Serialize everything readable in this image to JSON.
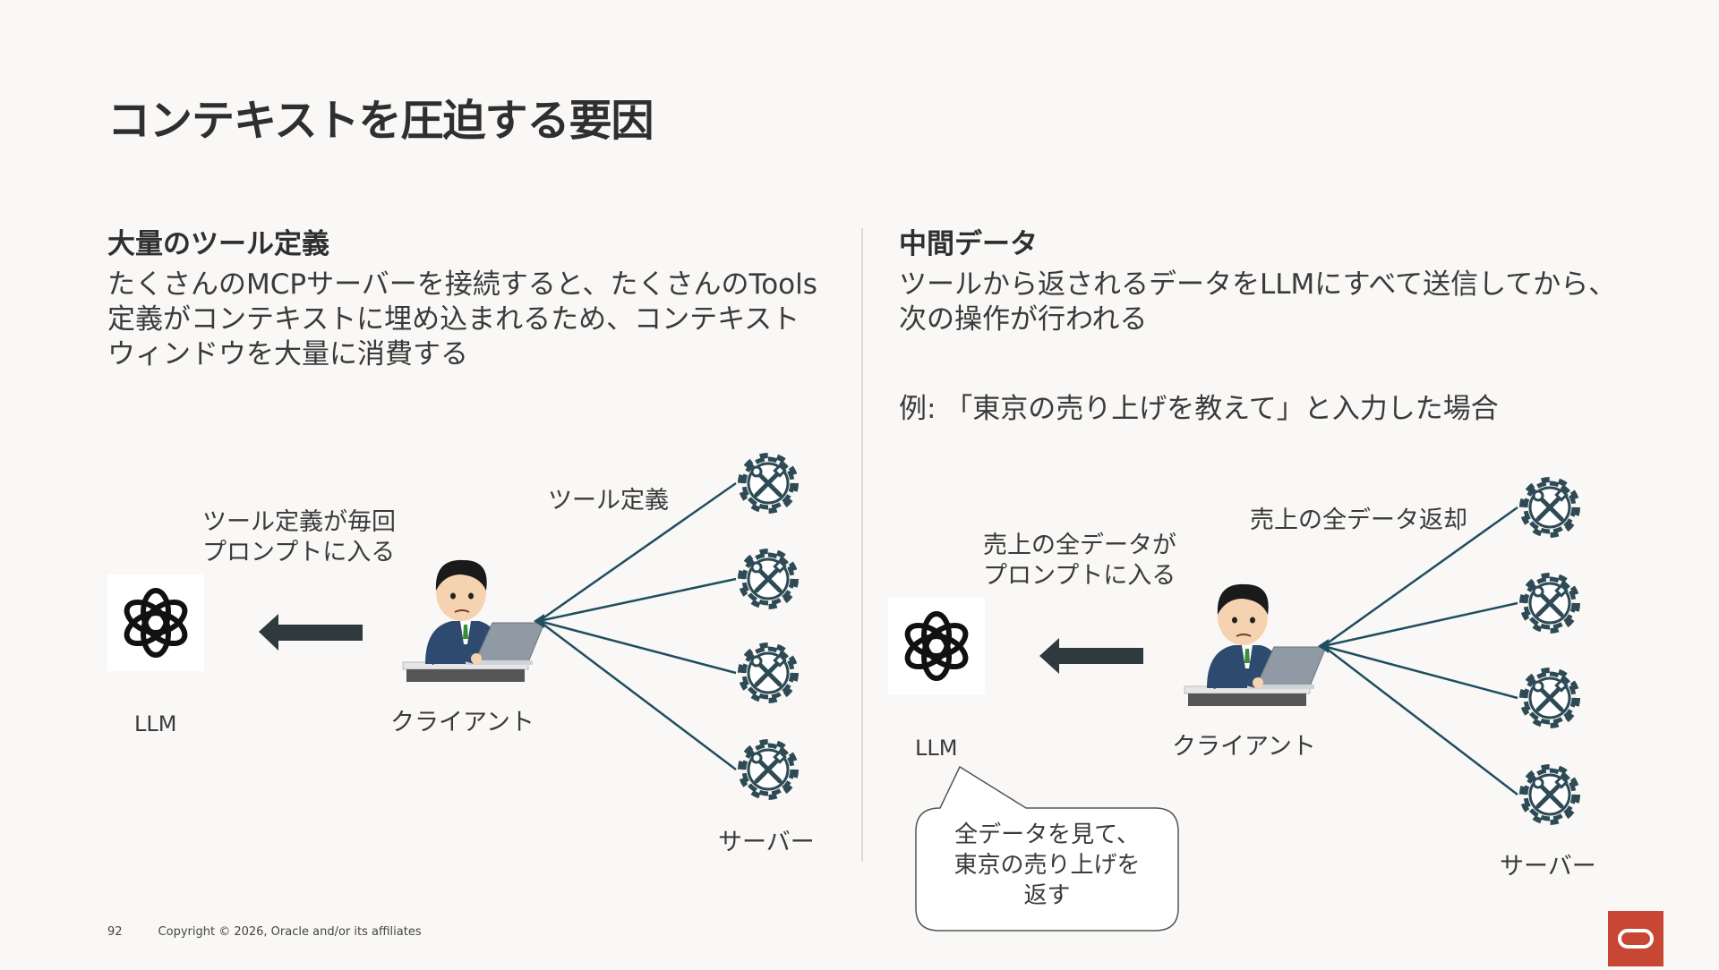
{
  "slide": {
    "title": "コンテキストを圧迫する要因",
    "left": {
      "heading": "大量のツール定義",
      "body_lines": [
        "たくさんのMCPサーバーを接続すると、たくさんのTools",
        "定義がコンテキストに埋め込まれるため、コンテキスト",
        "ウィンドウを大量に消費する"
      ],
      "diagram": {
        "llm_label": "LLM",
        "client_label": "クライアント",
        "server_label": "サーバー",
        "tool_def_label": "ツール定義",
        "prompt_note_lines": [
          "ツール定義が毎回",
          "プロンプトに入る"
        ]
      }
    },
    "right": {
      "heading": "中間データ",
      "body_lines": [
        "ツールから返されるデータをLLMにすべて送信してから、",
        "次の操作が行われる"
      ],
      "example": "例: 「東京の売り上げを教えて」と入力した場合",
      "diagram": {
        "llm_label": "LLM",
        "client_label": "クライアント",
        "server_label": "サーバー",
        "return_label": "売上の全データ返却",
        "prompt_note_lines": [
          "売上の全データが",
          "プロンプトに入る"
        ],
        "bubble_lines": [
          "全データを見て、",
          "東京の売り上げを",
          "返す"
        ]
      }
    },
    "footer": {
      "page_number": "92",
      "copyright": "Copyright © 2026, Oracle and/or its affiliates"
    },
    "colors": {
      "connector": "#1f4e5f",
      "arrow": "#2f3a3f",
      "gear": "#2e4a55",
      "brand": "#c74634"
    },
    "icons": [
      "openai-logo-icon",
      "person-laptop-icon",
      "gear-tools-icon",
      "oracle-logo-icon"
    ]
  }
}
